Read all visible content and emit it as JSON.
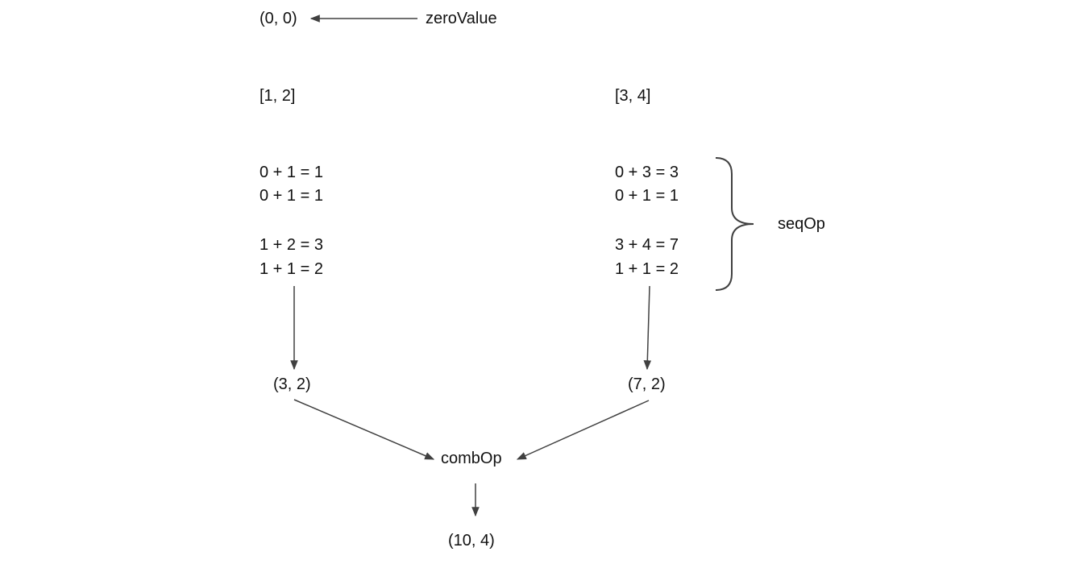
{
  "zero_value": {
    "tuple": "(0, 0)",
    "label": "zeroValue"
  },
  "partitions": [
    {
      "elements": "[1, 2]",
      "steps": [
        "0 + 1 = 1",
        "0 + 1 = 1",
        "1 + 2 = 3",
        "1 + 1 = 2"
      ],
      "result": "(3, 2)"
    },
    {
      "elements": "[3, 4]",
      "steps": [
        "0 + 3 = 3",
        "0 + 1 = 1",
        "3 + 4 = 7",
        "1 + 1 = 2"
      ],
      "result": "(7, 2)"
    }
  ],
  "seq_op_label": "seqOp",
  "comb_op_label": "combOp",
  "final_result": "(10, 4)",
  "colors": {
    "text": "#111111",
    "line": "#404040"
  }
}
